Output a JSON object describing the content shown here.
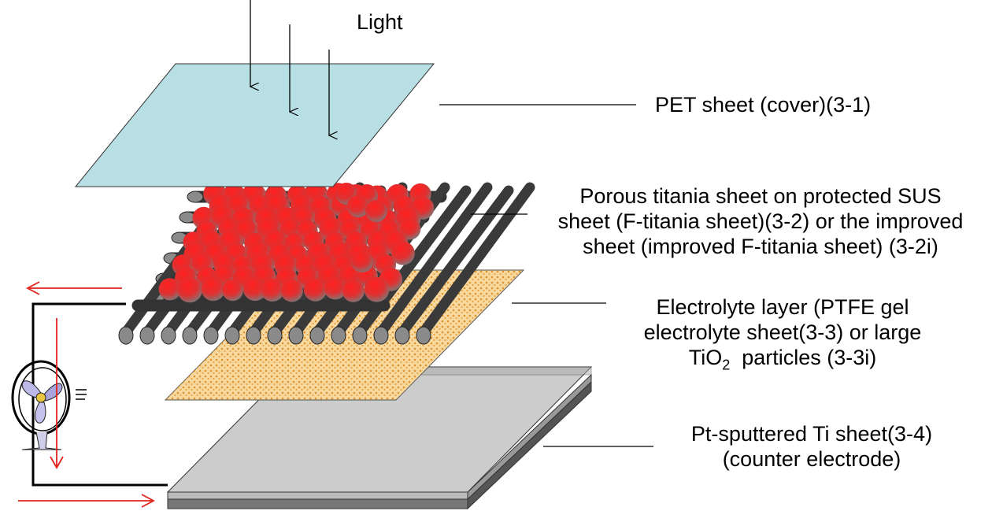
{
  "light_label": "Light",
  "layers": {
    "pet": {
      "line1": "PET sheet (cover)(3-1)"
    },
    "titania": {
      "line1": "Porous titania sheet on protected SUS",
      "line2": "sheet (F-titania sheet)(3-2) or the improved",
      "line3": "sheet (improved F-titania sheet) (3-2i)"
    },
    "electrolyte": {
      "line1": "Electrolyte layer (PTFE gel",
      "line2": "electrolyte sheet(3-3) or large",
      "line3_pre": "TiO",
      "line3_sub": "2",
      "line3_post": "  particles (3-3i)"
    },
    "counter": {
      "line1": "Pt-sputtered Ti sheet(3-4)",
      "line2": "(counter electrode)"
    }
  },
  "colors": {
    "pet_fill": "#b8e0e4",
    "electrolyte_fill": "#f7d9a0",
    "electrolyte_dots": "#e0922a",
    "counter_fill": "#cccccc",
    "wire_fill": "#3a3a3a",
    "sphere": "#e8202a",
    "current_arrow": "#e0231c"
  }
}
